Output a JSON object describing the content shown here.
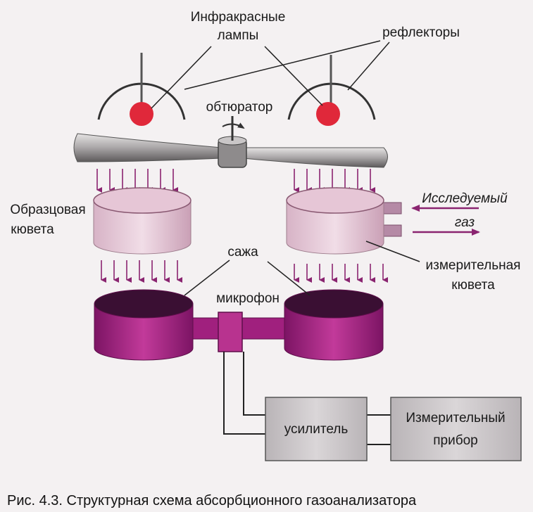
{
  "labels": {
    "infrared_lamps_line1": "Инфракрасные",
    "infrared_lamps_line2": "лампы",
    "reflectors": "рефлекторы",
    "obturator": "обтюратор",
    "reference_cell_line1": "Образцовая",
    "reference_cell_line2": "кювета",
    "test_gas_line1": "Исследуемый",
    "test_gas_line2": "газ",
    "soot": "сажа",
    "measuring_cell_line1": "измерительная",
    "measuring_cell_line2": "кювета",
    "microphone": "микрофон",
    "amplifier": "усилитель",
    "meter_line1": "Измерительный",
    "meter_line2": "прибор"
  },
  "caption": "Рис. 4.3. Структурная схема абсорбционного газоанализатора",
  "colors": {
    "lamp": "#e0283a",
    "arrow": "#8a2470",
    "chamber": "#a0207e",
    "chamber_dark": "#3a0f33",
    "cell": "#e6c6d6",
    "box": "#c8c4c6",
    "background": "#f4f1f2"
  }
}
